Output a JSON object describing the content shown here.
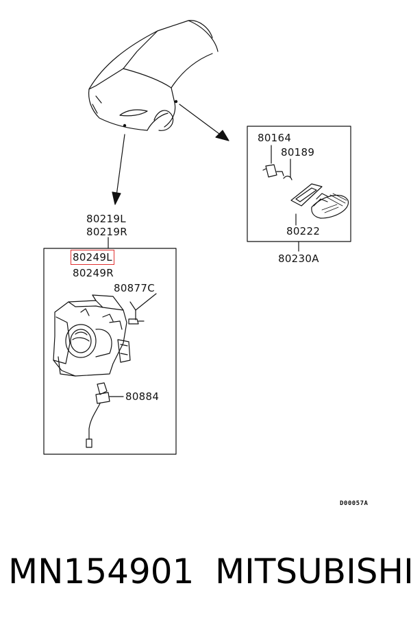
{
  "part_labels": {
    "p80219L": "80219L",
    "p80219R": "80219R",
    "p80249L": "80249L",
    "p80249R": "80249R",
    "p80877C": "80877C",
    "p80884": "80884",
    "p80164": "80164",
    "p80189": "80189",
    "p80222": "80222",
    "p80230A": "80230A"
  },
  "diagram_code": "D00057A",
  "footer": {
    "part_number": "MN154901",
    "brand": "MITSUBISHI"
  },
  "colors": {
    "line": "#111111",
    "highlight": "#e03030"
  }
}
